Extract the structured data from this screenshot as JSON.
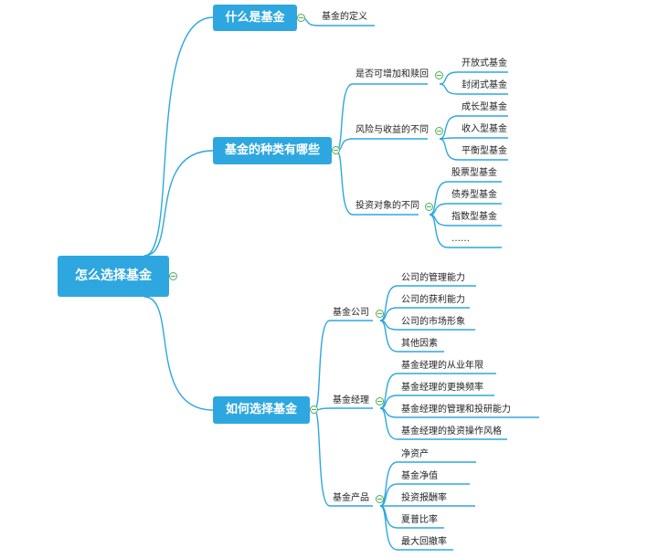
{
  "root": {
    "label": "怎么选择基金"
  },
  "branches": {
    "what": {
      "label": "什么是基金",
      "items": [
        "基金的定义"
      ]
    },
    "types": {
      "label": "基金的种类有哪些",
      "groups": [
        {
          "label": "是否可增加和赎回",
          "items": [
            "开放式基金",
            "封闭式基金"
          ]
        },
        {
          "label": "风险与收益的不同",
          "items": [
            "成长型基金",
            "收入型基金",
            "平衡型基金"
          ]
        },
        {
          "label": "投资对象的不同",
          "items": [
            "股票型基金",
            "债券型基金",
            "指数型基金",
            "……"
          ]
        }
      ]
    },
    "choose": {
      "label": "如何选择基金",
      "groups": [
        {
          "label": "基金公司",
          "items": [
            "公司的管理能力",
            "公司的获利能力",
            "公司的市场形象",
            "其他因素"
          ]
        },
        {
          "label": "基金经理",
          "items": [
            "基金经理的从业年限",
            "基金经理的更换频率",
            "基金经理的管理和投研能力",
            "基金经理的投资操作风格"
          ]
        },
        {
          "label": "基金产品",
          "items": [
            "净资产",
            "基金净值",
            "投资报酬率",
            "夏普比率",
            "最大回撤率"
          ]
        }
      ]
    }
  },
  "colors": {
    "node": "#2ea7e0",
    "line": "#2ea7e0",
    "toggle": "#4caf50"
  }
}
